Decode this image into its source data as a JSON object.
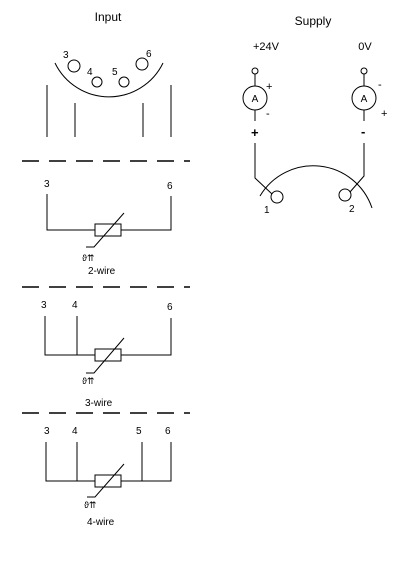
{
  "input": {
    "title": "Input",
    "connector_terminals": [
      "3",
      "4",
      "5",
      "6"
    ],
    "two_wire": {
      "terminals": [
        "3",
        "6"
      ],
      "caption": "2-wire",
      "rtd_symbol": "ϑ⇈"
    },
    "three_wire": {
      "terminals": [
        "3",
        "4",
        "6"
      ],
      "caption": "3-wire",
      "rtd_symbol": "ϑ⇈"
    },
    "four_wire": {
      "terminals": [
        "3",
        "4",
        "5",
        "6"
      ],
      "caption": "4-wire",
      "rtd_symbol": "ϑ⇈"
    }
  },
  "supply": {
    "title": "Supply",
    "positive_label": "+24V",
    "negative_label": "0V",
    "ammeter_symbol": "A",
    "left_meter": {
      "upper_sign": "+",
      "lower_sign": "-",
      "wire_sign": "+"
    },
    "right_meter": {
      "upper_sign": "-",
      "lower_sign": "+",
      "wire_sign": "-"
    },
    "connector_terminals": [
      "1",
      "2"
    ]
  }
}
